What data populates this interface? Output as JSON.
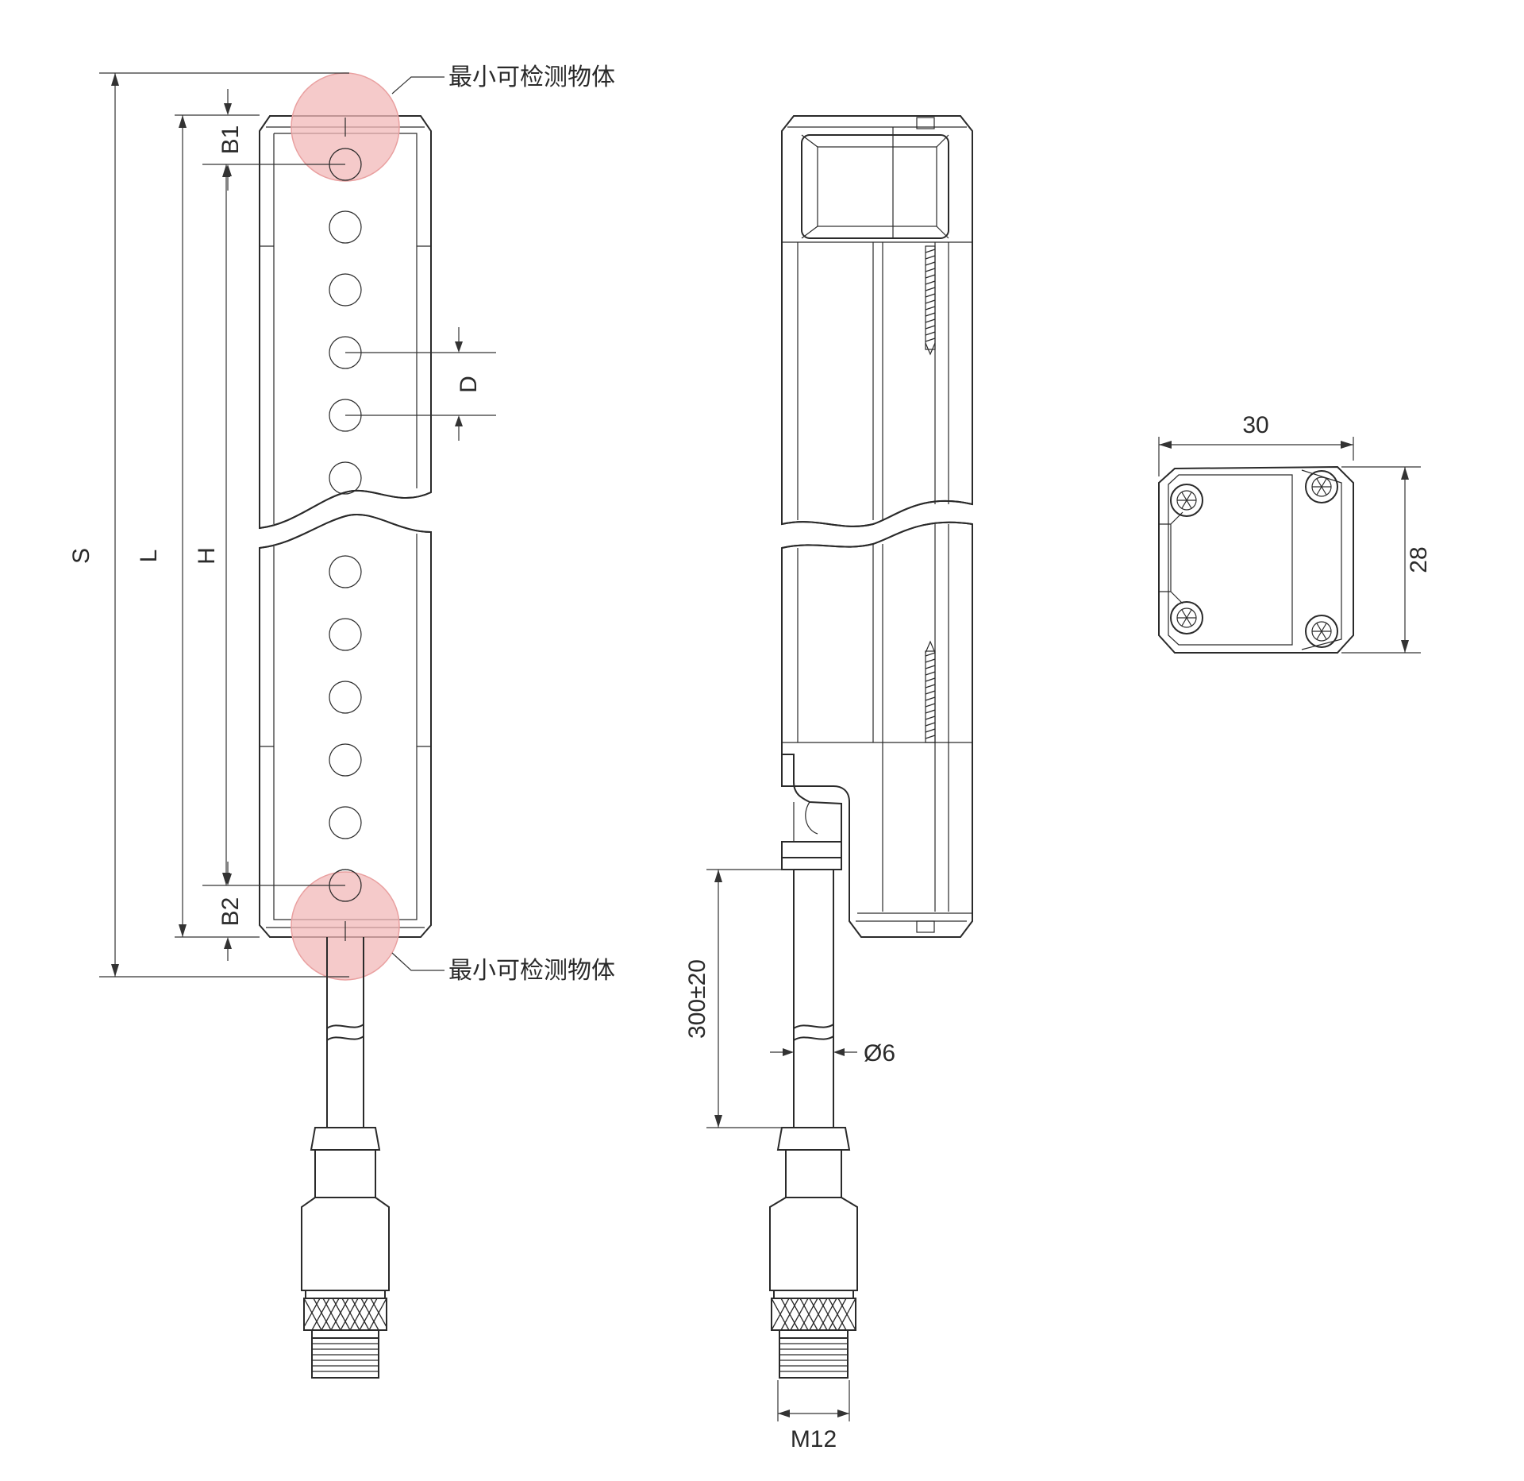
{
  "labels": {
    "min_object_top": "最小可检测物体",
    "min_object_bottom": "最小可检测物体",
    "S": "S",
    "L": "L",
    "H": "H",
    "B1": "B1",
    "B2": "B2",
    "D": "D",
    "cable_length": "300±20",
    "cable_diameter": "Ø6",
    "connector_thread": "M12",
    "width": "30",
    "depth": "28"
  },
  "colors": {
    "line": "#2a2a2a",
    "min_object_fill": "#f2b8b8",
    "min_object_stroke": "#e9a0a0"
  }
}
